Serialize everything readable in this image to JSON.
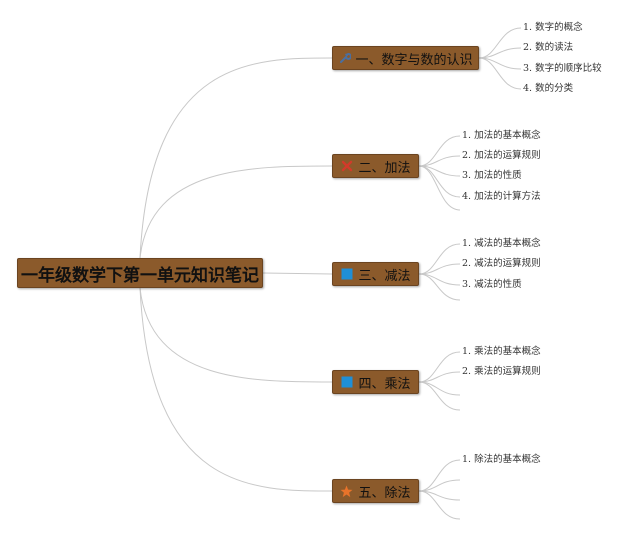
{
  "root": {
    "label": "一年级数学下第一单元知识笔记"
  },
  "branches": [
    {
      "label": "一、数字与数的认识",
      "icon": "wrench-icon",
      "icon_color": "#4a6fa0",
      "items": [
        "1. 数字的概念",
        "2. 数的读法",
        "3. 数字的顺序比较",
        "4. 数的分类"
      ]
    },
    {
      "label": "二、加法",
      "icon": "red-cross-icon",
      "icon_color": "#d23a2a",
      "items": [
        "1. 加法的基本概念",
        "2. 加法的运算规则",
        "3. 加法的性质",
        "4. 加法的计算方法"
      ]
    },
    {
      "label": "三、减法",
      "icon": "blue-square-icon",
      "icon_color": "#1f8fd6",
      "items": [
        "1. 减法的基本概念",
        "2. 减法的运算规则",
        "3. 减法的性质"
      ]
    },
    {
      "label": "四、乘法",
      "icon": "blue-square-icon",
      "icon_color": "#1f8fd6",
      "items": [
        "1. 乘法的基本概念",
        "2. 乘法的运算规则"
      ]
    },
    {
      "label": "五、除法",
      "icon": "star-icon",
      "icon_color": "#e8732a",
      "items": [
        "1. 除法的基本概念"
      ]
    }
  ],
  "colors": {
    "node_fill": "#8b5a2b",
    "connector": "#c8c8c8"
  }
}
